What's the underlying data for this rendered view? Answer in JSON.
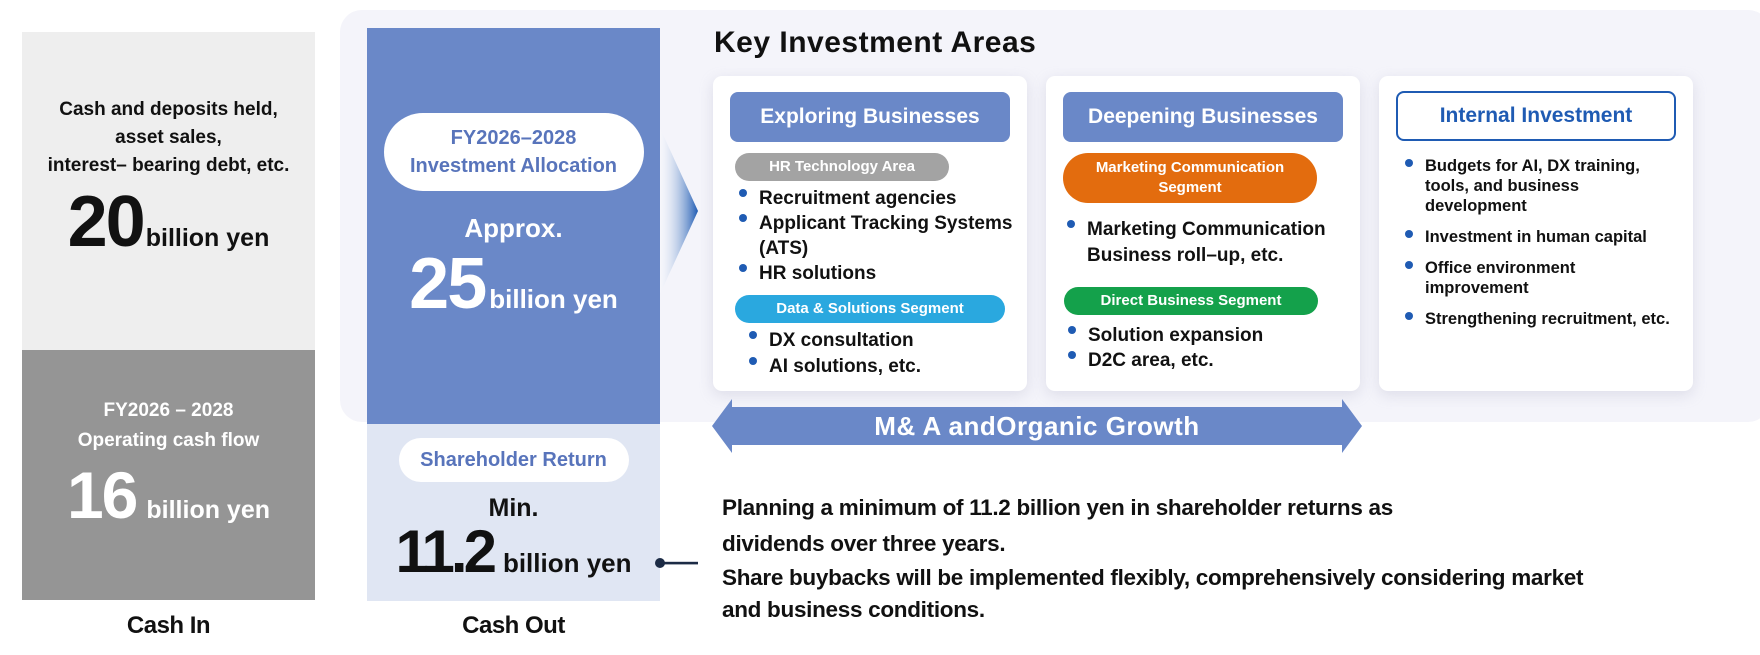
{
  "cash_in": {
    "top_box": {
      "description_lines": [
        "Cash and deposits held,",
        "asset sales,",
        "interest– bearing debt, etc."
      ],
      "value": "20",
      "unit": "billion yen",
      "bg_color": "#eeeeee"
    },
    "bottom_box": {
      "period": "FY2026 – 2028",
      "title": "Operating cash flow",
      "value": "16",
      "unit": "billion yen",
      "bg_color": "#959595"
    },
    "label": "Cash In"
  },
  "cash_out": {
    "investment_box": {
      "pill_line1": "FY2026–2028",
      "pill_line2": "Investment  Allocation",
      "qualifier": "Approx.",
      "value": "25",
      "unit": "billion yen",
      "bg_color": "#6a88c8"
    },
    "return_box": {
      "pill_label": "Shareholder Return",
      "qualifier": "Min.",
      "value": "11.2",
      "unit": "billion yen",
      "bg_color": "#e0e6f3"
    },
    "label": "Cash Out"
  },
  "key_investment_areas": {
    "title": "Key Investment Areas",
    "cards": [
      {
        "header": "Exploring Businesses",
        "groups": [
          {
            "tag": "HR Technology Area",
            "tag_color": "#a3a3a3",
            "items": [
              "Recruitment agencies",
              "Applicant Tracking Systems (ATS)",
              "HR solutions"
            ]
          },
          {
            "tag": "Data & Solutions Segment",
            "tag_color": "#2aa8df",
            "items": [
              "DX consultation",
              "AI solutions,  etc."
            ]
          }
        ]
      },
      {
        "header": "Deepening Businesses",
        "groups": [
          {
            "tag": "Marketing Communication Segment",
            "tag_color": "#e36c0e",
            "items": [
              "Marketing Communication Business roll–up, etc."
            ]
          },
          {
            "tag": "Direct Business Segment",
            "tag_color": "#14a14b",
            "items": [
              "Solution expansion",
              "D2C area, etc."
            ]
          }
        ]
      },
      {
        "header": "Internal Investment",
        "items": [
          "Budgets for AI, DX training, tools, and business development",
          "Investment in human capital",
          "Office environment improvement",
          "Strengthening recruitment, etc."
        ]
      }
    ],
    "growth_arrow_label": "M& A andOrganic Growth"
  },
  "shareholder_note": {
    "lines": [
      "Planning a minimum of 11.2 billion yen in shareholder returns as",
      "dividends over three years.",
      "Share buybacks will be implemented flexibly, comprehensively considering market",
      "and business conditions."
    ]
  },
  "colors": {
    "accent_blue": "#6a88c8",
    "dark_blue": "#1f5bb3",
    "panel_bg": "#f4f4fa"
  }
}
